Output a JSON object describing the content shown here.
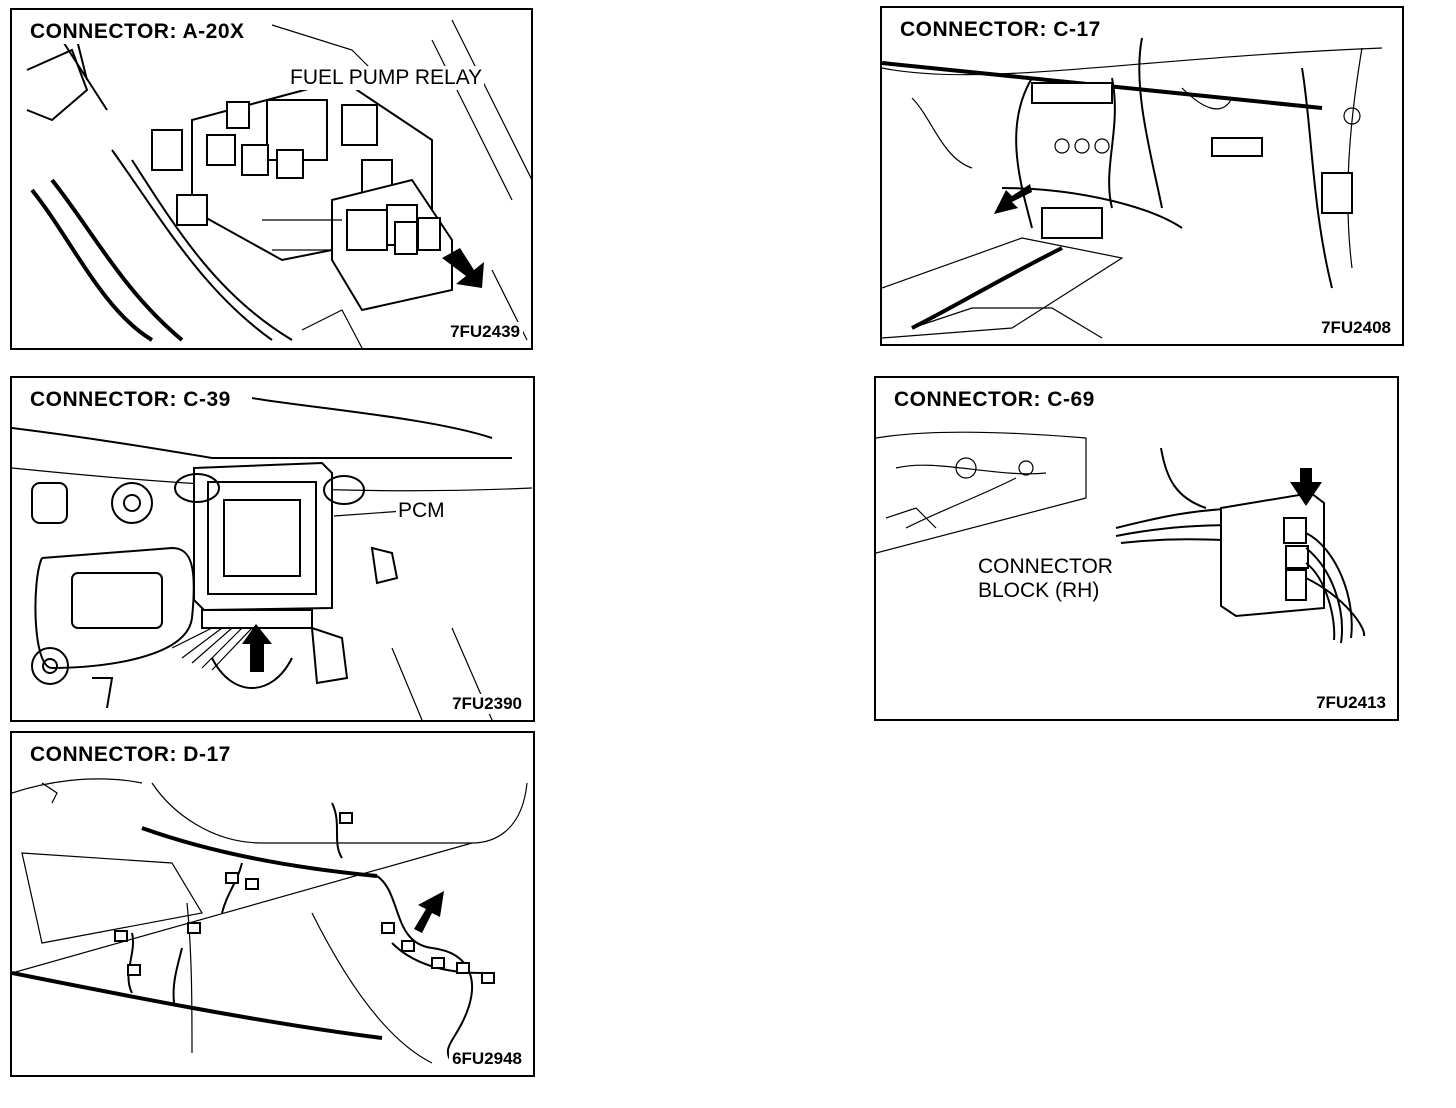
{
  "panels": {
    "a20x": {
      "title": "CONNECTOR:  A-20X",
      "code": "7FU2439",
      "label": "FUEL PUMP RELAY"
    },
    "c17": {
      "title": "CONNECTOR:  C-17",
      "code": "7FU2408"
    },
    "c39": {
      "title": "CONNECTOR:  C-39",
      "code": "7FU2390",
      "label": "PCM"
    },
    "c69": {
      "title": "CONNECTOR:  C-69",
      "code": "7FU2413",
      "label_line1": "CONNECTOR",
      "label_line2": "BLOCK (RH)"
    },
    "d17": {
      "title": "CONNECTOR:  D-17",
      "code": "6FU2948"
    }
  }
}
